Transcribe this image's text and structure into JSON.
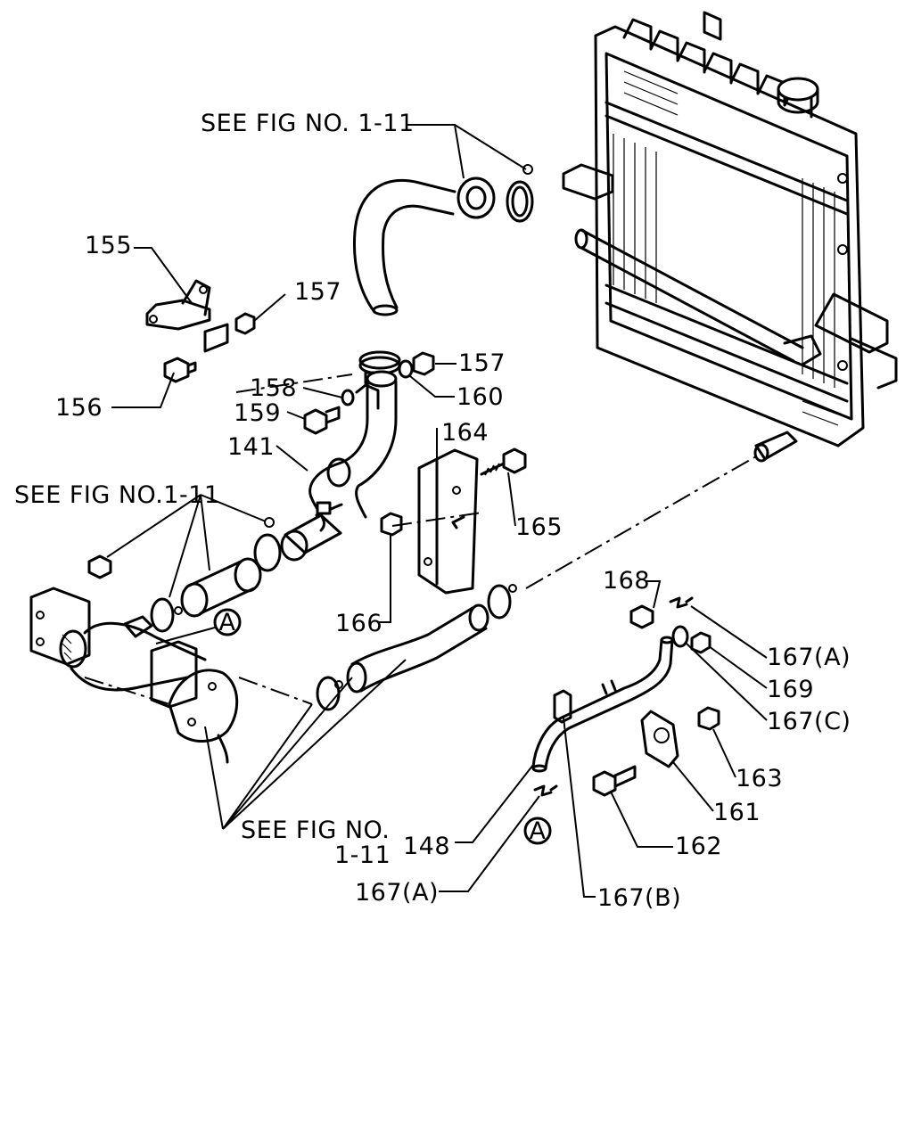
{
  "labels": {
    "see_fig_top": "SEE FIG NO. 1-11",
    "see_fig_left": "SEE FIG NO.1-11",
    "see_fig_bottom_1": "SEE FIG NO.",
    "see_fig_bottom_2": "1-11",
    "p155": "155",
    "p157a": "157",
    "p157b": "157",
    "p156": "156",
    "p158": "158",
    "p159": "159",
    "p160": "160",
    "p141": "141",
    "p164": "164",
    "p165": "165",
    "p166": "166",
    "p168": "168",
    "p167a_top": "167(A)",
    "p169": "169",
    "p167c": "167(C)",
    "p163": "163",
    "p161": "161",
    "p162": "162",
    "p148": "148",
    "p167a_bottom": "167(A)",
    "p167b": "167(B)",
    "callout_a1": "A",
    "callout_a2": "A"
  }
}
